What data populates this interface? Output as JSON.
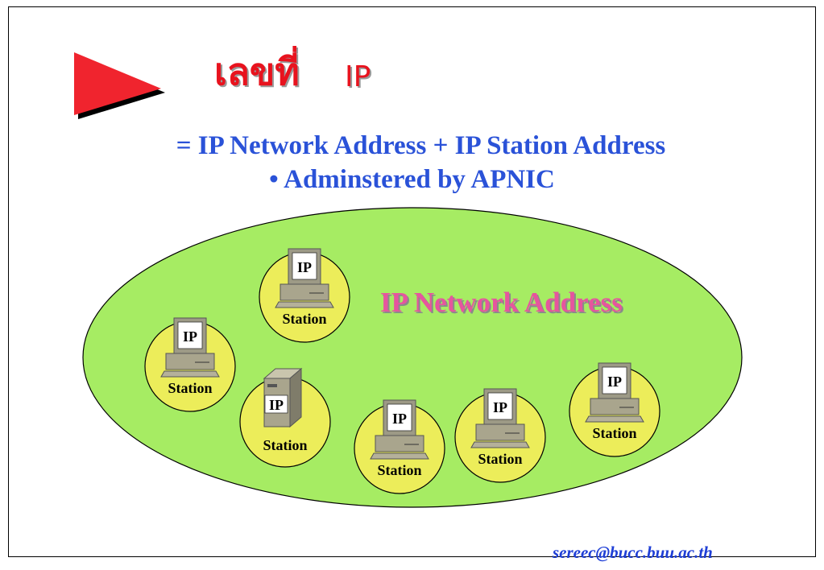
{
  "title": {
    "thai": "เลขที่",
    "ip": "IP"
  },
  "subtitle": {
    "line1": "= IP Network Address + IP Station Address",
    "line2": "• Adminstered by APNIC"
  },
  "network": {
    "label": "IP Network Address"
  },
  "nodes": [
    {
      "id": "station-1",
      "kind": "pc",
      "label": "Station",
      "tag": "IP"
    },
    {
      "id": "station-2",
      "kind": "pc",
      "label": "Station",
      "tag": "IP"
    },
    {
      "id": "server-1",
      "kind": "server",
      "label": "Station",
      "tag": "IP"
    },
    {
      "id": "station-3",
      "kind": "pc",
      "label": "Station",
      "tag": "IP"
    },
    {
      "id": "station-4",
      "kind": "pc",
      "label": "Station",
      "tag": "IP"
    },
    {
      "id": "station-5",
      "kind": "pc",
      "label": "Station",
      "tag": "IP"
    }
  ],
  "footer": {
    "email": "sereec@bucc.buu.ac.th"
  },
  "colors": {
    "title": "#e8131e",
    "subtitle": "#2a52d8",
    "network_fill": "#a6ec63",
    "station_fill": "#eced5a",
    "network_label": "#e6559e",
    "footer": "#1f3fd6"
  }
}
